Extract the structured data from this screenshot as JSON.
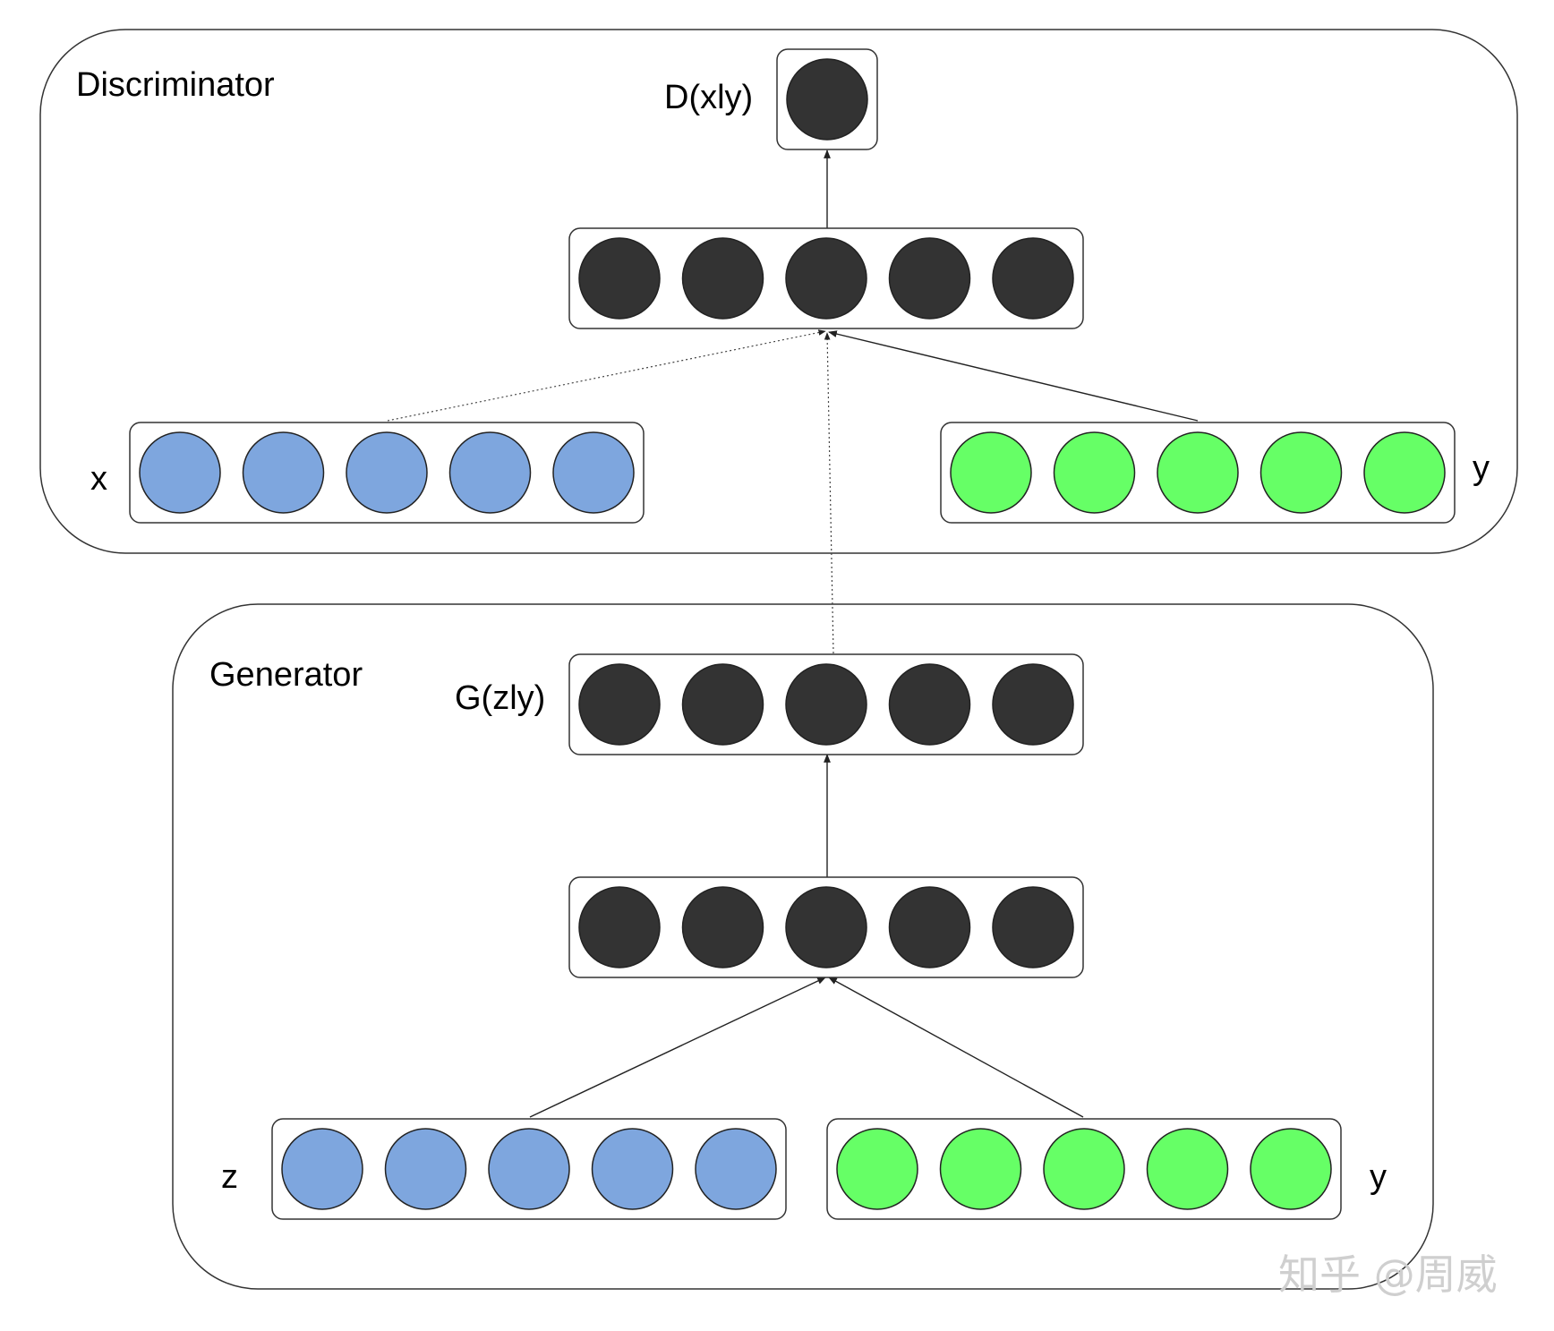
{
  "discriminator": {
    "title": "Discriminator",
    "output_label": "D(xly)",
    "x_label": "x",
    "y_label": "y"
  },
  "generator": {
    "title": "Generator",
    "output_label": "G(zly)",
    "z_label": "z",
    "y_label": "y"
  },
  "colors": {
    "hidden": "#333333",
    "input_blue": "#7ea6de",
    "input_green": "#66ff66"
  },
  "layers": {
    "d_output": {
      "count": 1,
      "color": "hidden"
    },
    "d_hidden": {
      "count": 5,
      "color": "hidden"
    },
    "d_x": {
      "count": 5,
      "color": "input_blue"
    },
    "d_y": {
      "count": 5,
      "color": "input_green"
    },
    "g_output": {
      "count": 5,
      "color": "hidden"
    },
    "g_hidden": {
      "count": 5,
      "color": "hidden"
    },
    "g_z": {
      "count": 5,
      "color": "input_blue"
    },
    "g_y": {
      "count": 5,
      "color": "input_green"
    }
  },
  "watermark": "知乎 @周威"
}
